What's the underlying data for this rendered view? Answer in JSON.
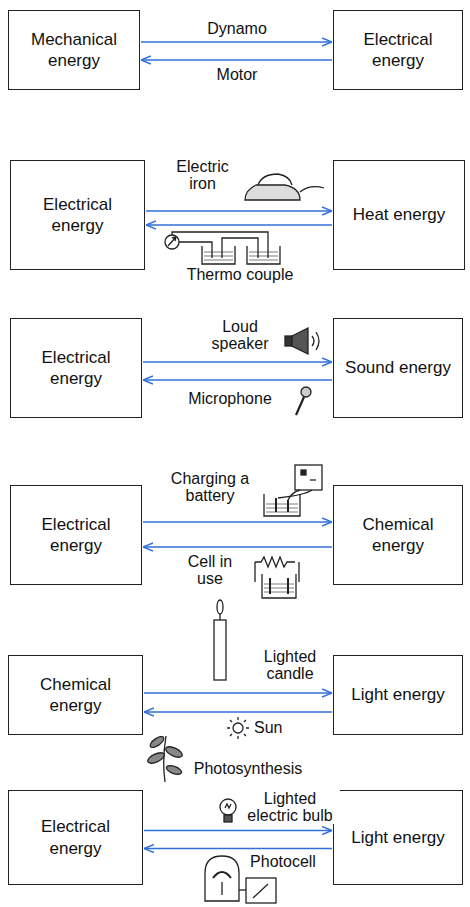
{
  "diagram": {
    "nodes": [
      {
        "text": [
          "Mechanical energy"
        ]
      },
      {
        "text": [
          "Electrical energy"
        ]
      },
      {
        "text": [
          "Electrical energy"
        ]
      },
      {
        "text": [
          "Heat energy"
        ]
      },
      {
        "text": [
          "Electrical energy"
        ]
      },
      {
        "text": [
          "Sound energy"
        ]
      },
      {
        "text": [
          "Electrical energy"
        ]
      },
      {
        "text": [
          "Chemical energy"
        ]
      },
      {
        "text": [
          "Chemical energy"
        ]
      },
      {
        "text": [
          "Light energy"
        ]
      },
      {
        "text": [
          "Electrical energy"
        ]
      },
      {
        "text": [
          "Light energy"
        ]
      }
    ],
    "edges": [
      {
        "from": 0,
        "to": 1,
        "arrow": "to",
        "label": "Dynamo"
      },
      {
        "from": 1,
        "to": 0,
        "arrow": "to",
        "label": "Motor"
      },
      {
        "from": 2,
        "to": 3,
        "arrow": "to",
        "label": "Electric iron"
      },
      {
        "from": 3,
        "to": 2,
        "arrow": "to",
        "label": "Thermo couple"
      },
      {
        "from": 4,
        "to": 5,
        "arrow": "to",
        "label": "Loud speaker"
      },
      {
        "from": 5,
        "to": 4,
        "arrow": "to",
        "label": "Microphone"
      },
      {
        "from": 6,
        "to": 7,
        "arrow": "to",
        "label": "Charging a battery"
      },
      {
        "from": 7,
        "to": 6,
        "arrow": "to",
        "label": "Cell in use"
      },
      {
        "from": 8,
        "to": 9,
        "arrow": "to",
        "label": "Lighted candle"
      },
      {
        "from": 9,
        "to": 8,
        "arrow": "to",
        "label": "Photosynthesis"
      },
      {
        "from": 10,
        "to": 11,
        "arrow": "to",
        "label": "Lighted electric bulb"
      },
      {
        "from": 11,
        "to": 10,
        "arrow": "to",
        "label": "Photocell"
      }
    ],
    "labels": [
      "Sun"
    ]
  }
}
